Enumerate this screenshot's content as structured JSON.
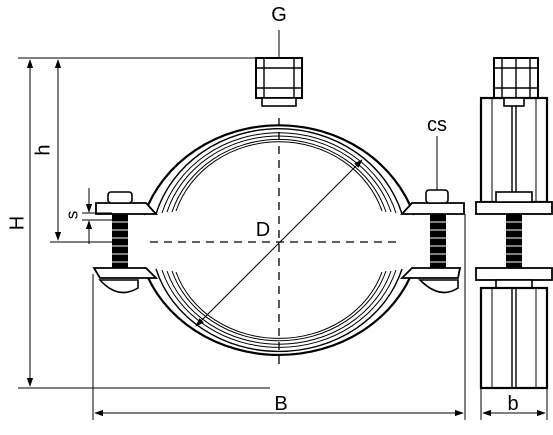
{
  "diagram": {
    "labels": {
      "G": "G",
      "H": "H",
      "h": "h",
      "s": "s",
      "D": "D",
      "cs": "cs",
      "B": "B",
      "b": "b"
    }
  }
}
